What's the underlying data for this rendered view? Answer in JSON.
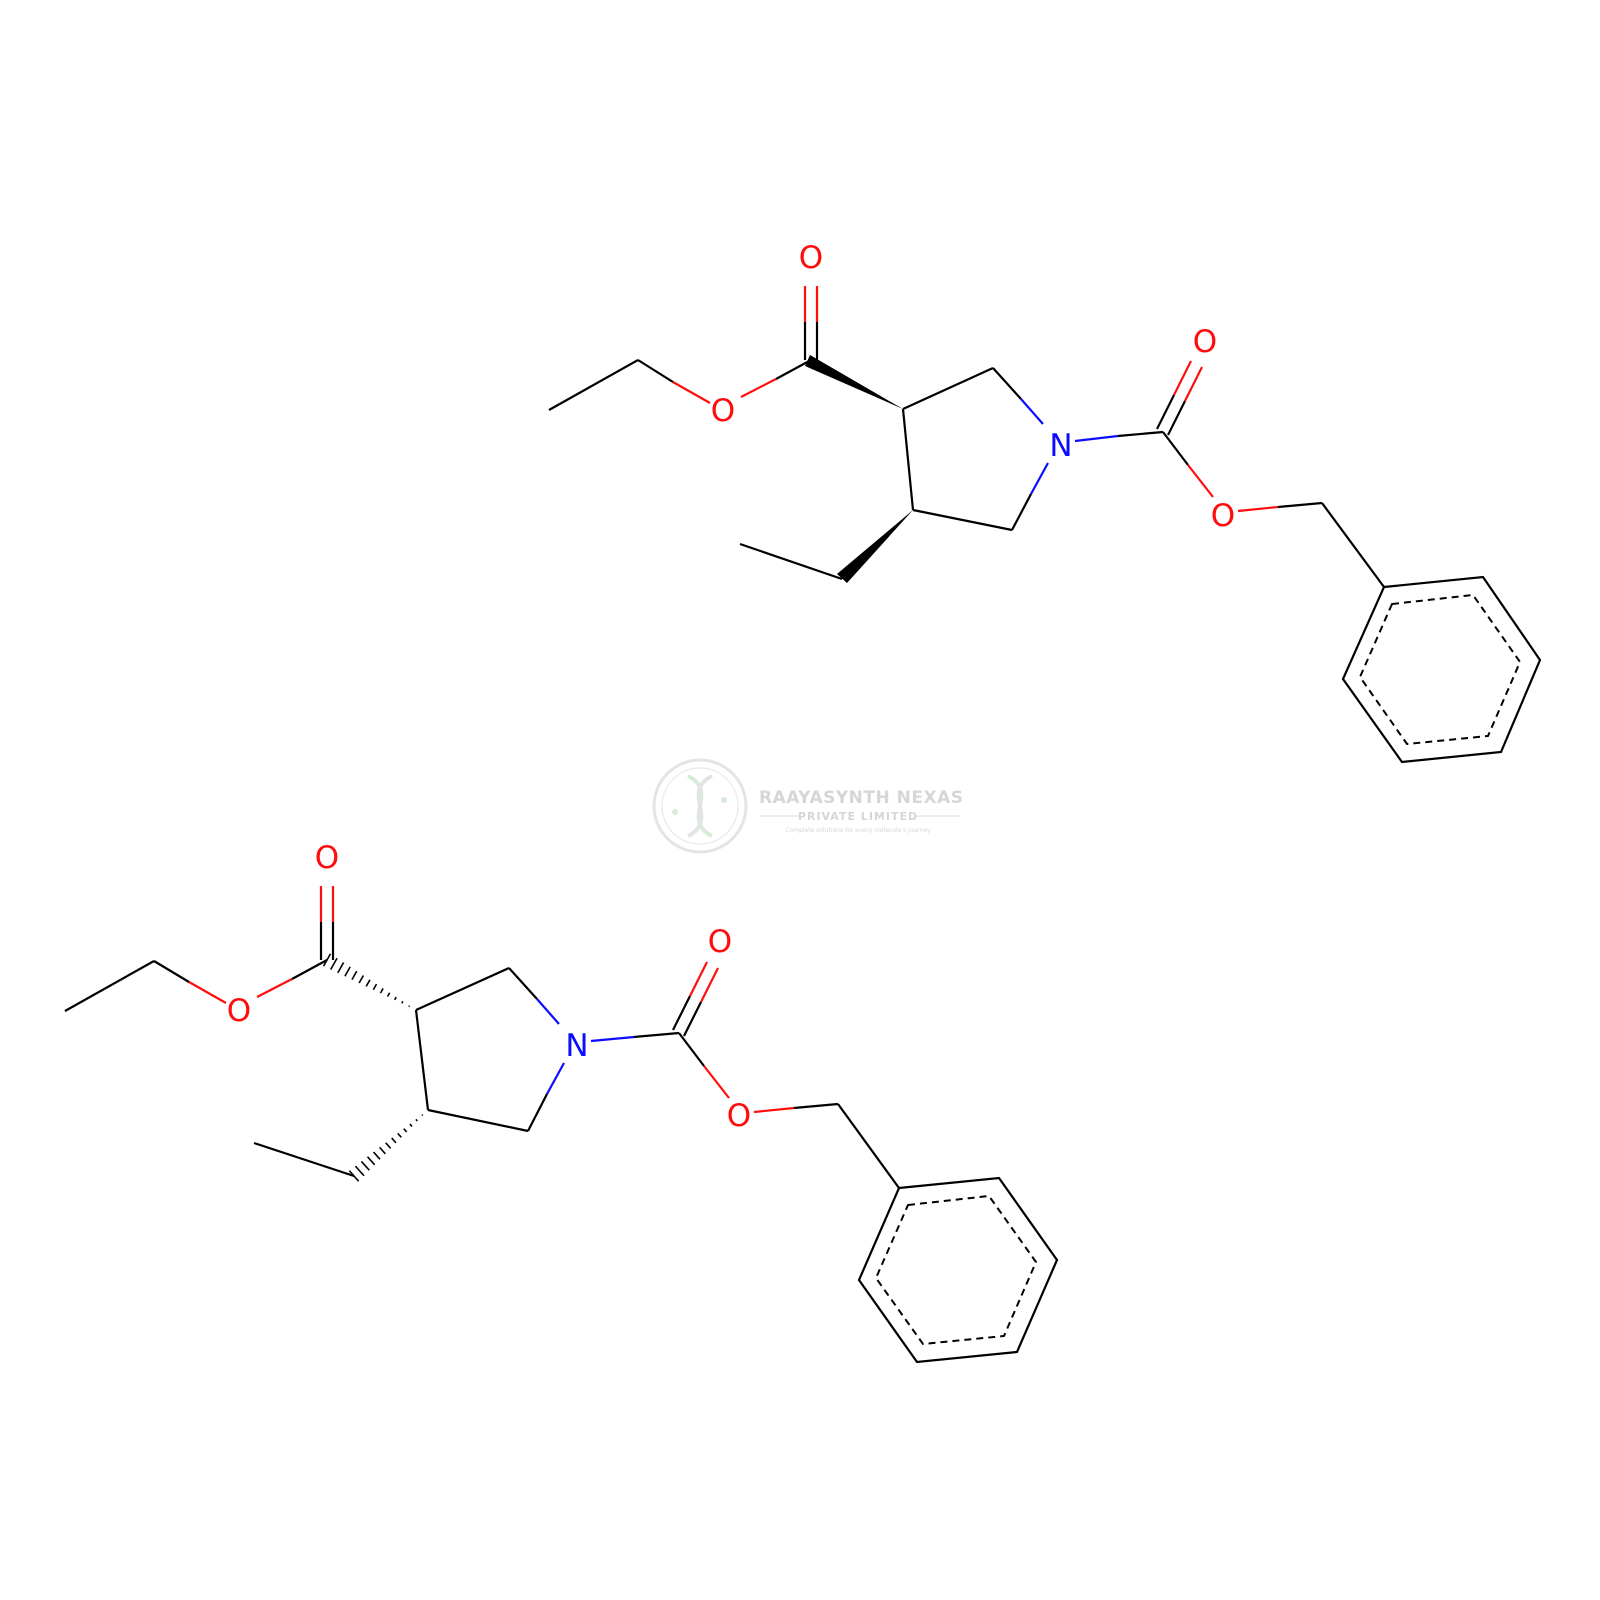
{
  "watermark": {
    "name": "RAAYASYNTH NEXAS",
    "subtitle": "PRIVATE LIMITED",
    "tagline": "Complete solutions for every molecule's journey"
  },
  "colors": {
    "bond": "#000000",
    "oxygen": "#ff0d0d",
    "nitrogen": "#0c0cff",
    "watermark": "#d6d6d6"
  },
  "molecules": [
    {
      "id": "molecule-top",
      "stereo": "wedge",
      "atom_labels": {
        "o_carbonyl_ester": "O",
        "o_ester": "O",
        "n_ring": "N",
        "o_carbonyl_cbz": "O",
        "o_cbz": "O"
      }
    },
    {
      "id": "molecule-bottom",
      "stereo": "hash",
      "atom_labels": {
        "o_carbonyl_ester": "O",
        "o_ester": "O",
        "n_ring": "N",
        "o_carbonyl_cbz": "O",
        "o_cbz": "O"
      }
    }
  ]
}
